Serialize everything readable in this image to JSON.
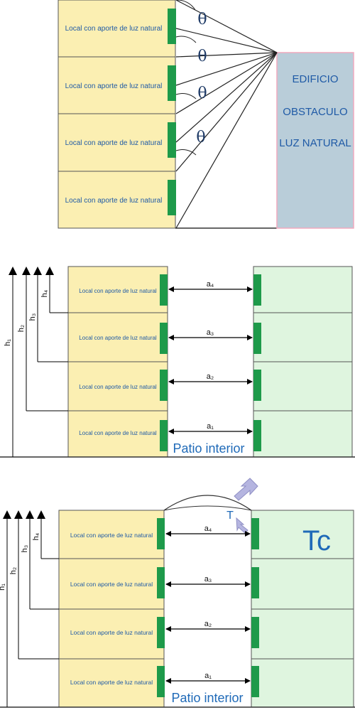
{
  "room_label": "Local con aporte de luz natural",
  "theta": "θ",
  "obstacle": {
    "line1": "EDIFICIO",
    "line2": "OBSTACULO",
    "line3": "LUZ NATURAL"
  },
  "distances": [
    "a₄",
    "a₃",
    "a₂",
    "a₁"
  ],
  "heights": [
    "h₁",
    "h₂",
    "h₃",
    "h₄"
  ],
  "patio_label": "Patio interior",
  "tc_label": "Tc",
  "t_label": "T",
  "colors": {
    "room_fill": "#fbefb2",
    "window": "#1e9a4a",
    "neighbor_fill": "#dff5df",
    "obstacle_fill": "#b9cdd9",
    "obstacle_border": "#f0a9be",
    "arrow_light": "#b5b5e0"
  }
}
